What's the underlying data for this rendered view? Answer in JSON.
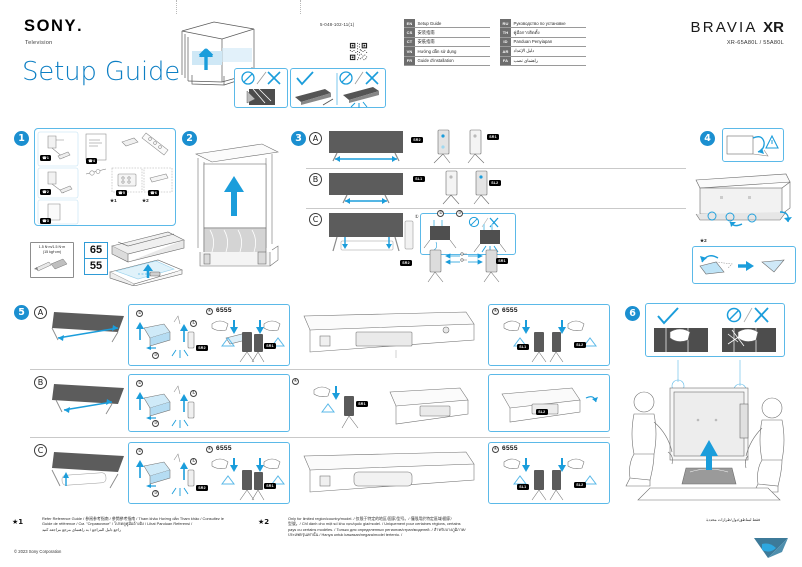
{
  "header": {
    "brand": "SONY",
    "category": "Television",
    "title": "Setup Guide",
    "doc_number": "5-048-102-11(1)",
    "product_line": "BRAVIA",
    "product_line_suffix": "XR",
    "models": "XR-65A80L / 55A80L"
  },
  "languages": {
    "left_column": [
      {
        "code": "EN",
        "name": "Setup Guide"
      },
      {
        "code": "CS",
        "name": "安装指南"
      },
      {
        "code": "CT",
        "name": "安裝指南"
      },
      {
        "code": "VN",
        "name": "Hướng dẫn sử dụng"
      },
      {
        "code": "FR",
        "name": "Guide d'installation"
      }
    ],
    "right_column": [
      {
        "code": "RU",
        "name": "Руководство по установке"
      },
      {
        "code": "TH",
        "name": "คู่มือการติดตั้ง"
      },
      {
        "code": "ID",
        "name": "Panduan Penyiapan"
      },
      {
        "code": "AR",
        "name": "دليل الإعداد",
        "rtl": true
      },
      {
        "code": "FA",
        "name": "راهنمای نصب",
        "rtl": true
      }
    ]
  },
  "steps": [
    {
      "id": "1",
      "label": "1"
    },
    {
      "id": "2",
      "label": "2"
    },
    {
      "id": "3",
      "label": "3"
    },
    {
      "id": "4",
      "label": "4"
    },
    {
      "id": "5",
      "label": "5"
    },
    {
      "id": "6",
      "label": "6"
    }
  ],
  "substeps": {
    "a": "A",
    "b": "B",
    "c": "C"
  },
  "step1": {
    "part_labels": [
      "☎1",
      "☎2",
      "☎3",
      "☎4",
      "☎5",
      "☎6",
      "☎7",
      "☎8"
    ],
    "star1": "★1",
    "star2": "★2",
    "torque_line1": "1.5 N·m/1.5 N·m",
    "torque_line2": "(15 kgf·cm)",
    "size_large": "65",
    "size_small": "55"
  },
  "step3": {
    "numbered": [
      "①",
      "②",
      "③"
    ],
    "labels": [
      "SR2",
      "SR1",
      "SL1",
      "SL2"
    ]
  },
  "step5": {
    "numbered": [
      "①",
      "②",
      "③",
      "④"
    ],
    "size_tag": "6555",
    "labels": [
      "SR2",
      "SR1",
      "SL1",
      "SL2"
    ]
  },
  "step4": {
    "star2": "★2"
  },
  "footnotes": {
    "star1_mark": "★1",
    "star1_text_line1": "Refer Reference Guide / 参阅参考指南 / 參閱參考指南 / Tham khảo Hướng dẫn Tham khảo / Consultez le",
    "star1_text_line2": "Guide de référence / См. \"Справочное\" / โปรดดูคู่มืออ้างอิง / Lihat Panduan Referensi /",
    "star1_text_line3": "راجع دليل المراجع / به راهنمای مرجع مراجعه کنید",
    "star2_mark": "★2",
    "star2_text_line1": "Only for limited region/country/model. / 仅限于特定的地区/国家/型号。/ 僅限用於特定區域/國家/",
    "star2_text_line2": "型號。/ Chỉ dành cho một số khu vực/quốc gia/model. / Uniquement pour certaines régions, certains",
    "star2_text_line3": "pays ou certains modèles. / Только для определенных регионов/стран/моделей. / สำหรับบางภูมิภาค/",
    "star2_text_line4": "ประเทศ/รุ่นเท่านั้น / Hanya untuk kawasan/negara/model tertentu. /",
    "star2_text_rtl": "فقط لمناطق/دول/طرازات محددة",
    "copyright": "© 2023 Sony Corporation"
  },
  "colors": {
    "accent_blue": "#1b8fd0",
    "panel_border": "#5bb9e8",
    "title_blue": "#0d7fc4",
    "tv_dark": "#595959",
    "light_blue_fill": "#bde3f5"
  }
}
